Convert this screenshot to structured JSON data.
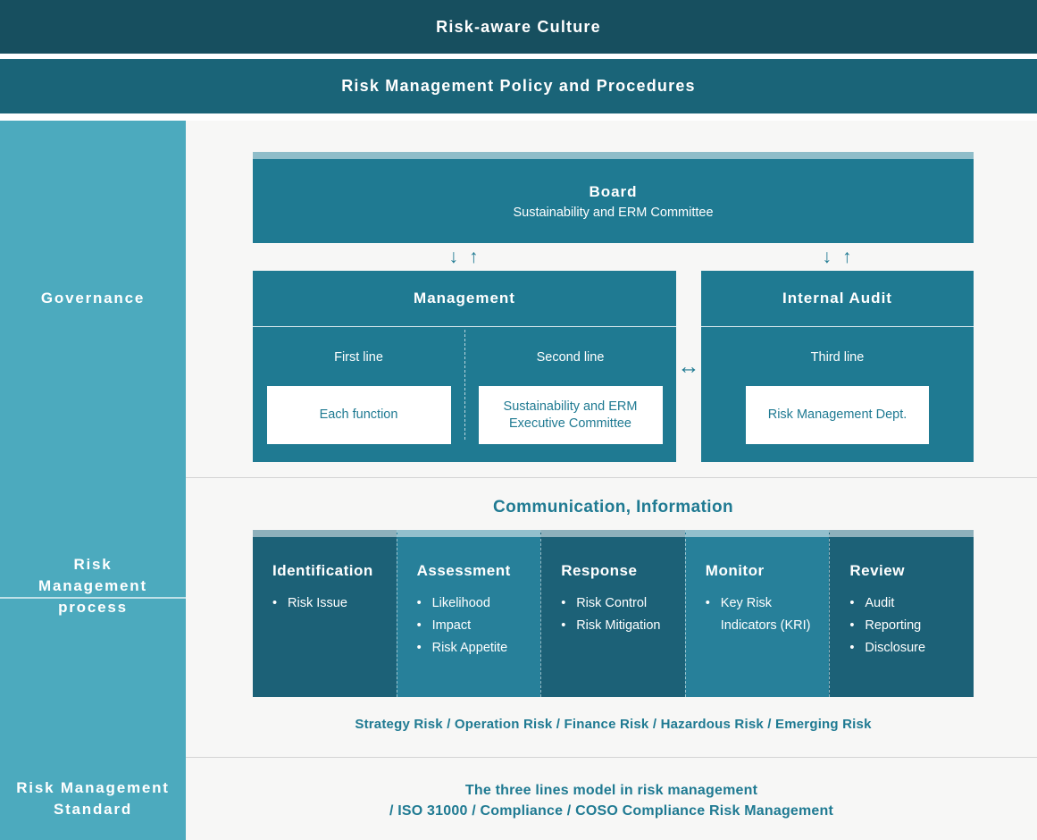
{
  "banners": {
    "culture": "Risk-aware Culture",
    "policy": "Risk Management Policy and Procedures"
  },
  "sidebar": {
    "sections": [
      {
        "label": "Governance"
      },
      {
        "label": "Risk\nManagement\nprocess"
      },
      {
        "label": "Risk Management\nStandard"
      }
    ]
  },
  "governance": {
    "board": {
      "title": "Board",
      "subtitle": "Sustainability and ERM Committee"
    },
    "arrows": {
      "down": "↓",
      "up": "↑",
      "both": "↔"
    },
    "management": {
      "title": "Management",
      "first_line_label": "First line",
      "first_line_box": "Each function",
      "second_line_label": "Second line",
      "second_line_box": "Sustainability and ERM\nExecutive Committee"
    },
    "internal_audit": {
      "title": "Internal Audit",
      "third_line_label": "Third line",
      "third_line_box": "Risk Management Dept."
    }
  },
  "process": {
    "communication_heading": "Communication, Information",
    "columns": [
      {
        "title": "Identification",
        "items": [
          "Risk Issue"
        ]
      },
      {
        "title": "Assessment",
        "items": [
          "Likelihood",
          "Impact",
          "Risk Appetite"
        ]
      },
      {
        "title": "Response",
        "items": [
          "Risk Control",
          "Risk Mitigation"
        ]
      },
      {
        "title": "Monitor",
        "items": [
          "Key Risk Indicators (KRI)"
        ]
      },
      {
        "title": "Review",
        "items": [
          "Audit",
          "Reporting",
          "Disclosure"
        ]
      }
    ],
    "risk_types": "Strategy Risk / Operation Risk / Finance Risk / Hazardous Risk / Emerging Risk"
  },
  "standard": {
    "text": "The three lines model in risk management\n/ ISO 31000 / Compliance / COSO Compliance Risk Management"
  },
  "colors": {
    "banner_dark": "#174f5f",
    "banner_mid": "#1a6478",
    "sidebar": "#4caabe",
    "panel_teal": "#1f7a92",
    "column_dark": "#1c6177",
    "column_light": "#27809a",
    "text_teal": "#1f7a92",
    "background": "#f7f7f6"
  }
}
